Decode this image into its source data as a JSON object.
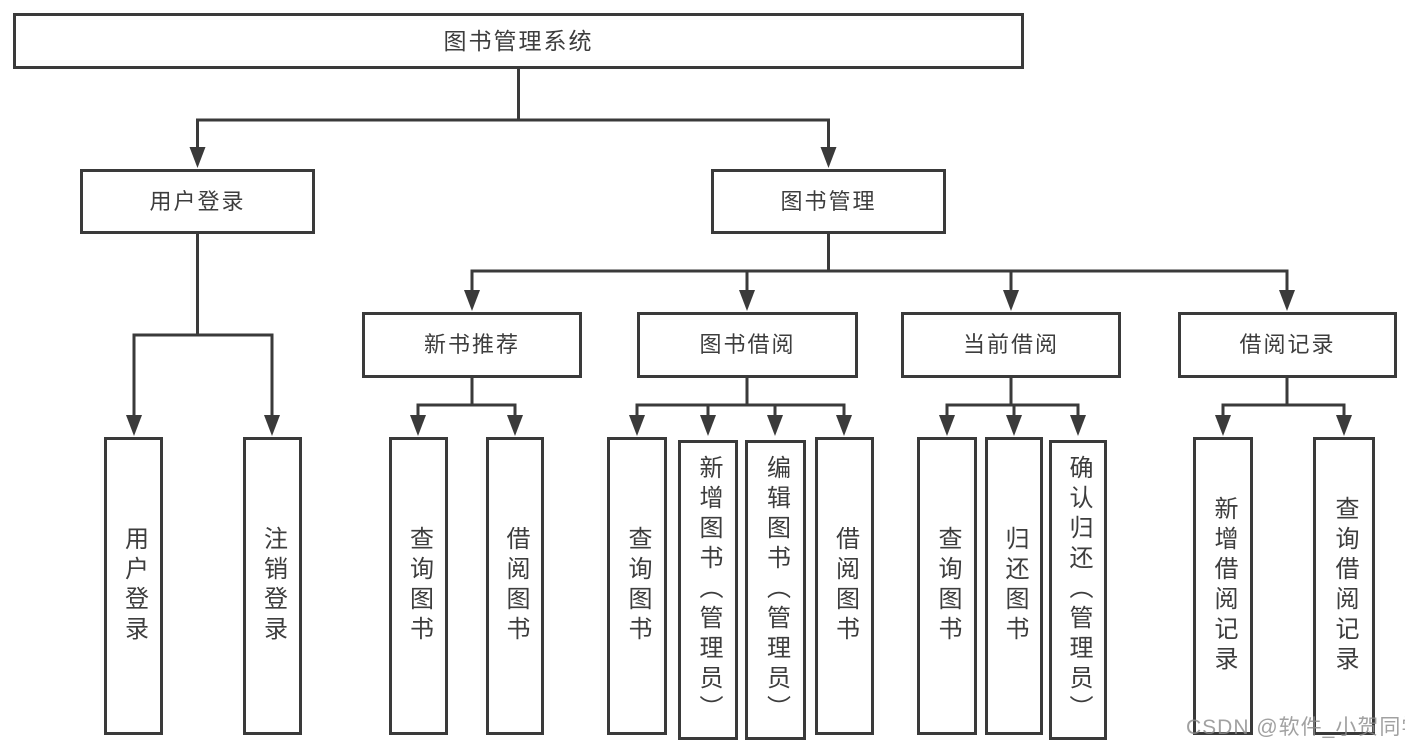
{
  "nodes": {
    "root": {
      "label": "图书管理系统"
    },
    "user_login": {
      "label": "用户登录"
    },
    "book_mgmt": {
      "label": "图书管理"
    },
    "new_book_rec": {
      "label": "新书推荐"
    },
    "book_borrow": {
      "label": "图书借阅"
    },
    "current_borrow": {
      "label": "当前借阅"
    },
    "borrow_records": {
      "label": "借阅记录"
    },
    "ul_login": {
      "label": "用户登录"
    },
    "ul_logout": {
      "label": "注销登录"
    },
    "nb_query": {
      "label": "查询图书"
    },
    "nb_borrow": {
      "label": "借阅图书"
    },
    "bb_query": {
      "label": "查询图书"
    },
    "bb_add": {
      "label": "新增图书（管理员）"
    },
    "bb_edit": {
      "label": "编辑图书（管理员）"
    },
    "bb_borrow": {
      "label": "借阅图书"
    },
    "cb_query": {
      "label": "查询图书"
    },
    "cb_return": {
      "label": "归还图书"
    },
    "cb_confirm": {
      "label": "确认归还（管理员）"
    },
    "br_add": {
      "label": "新增借阅记录"
    },
    "br_query": {
      "label": "查询借阅记录"
    }
  },
  "hierarchy": {
    "图书管理系统": {
      "用户登录": [
        "用户登录",
        "注销登录"
      ],
      "图书管理": {
        "新书推荐": [
          "查询图书",
          "借阅图书"
        ],
        "图书借阅": [
          "查询图书",
          "新增图书（管理员）",
          "编辑图书（管理员）",
          "借阅图书"
        ],
        "当前借阅": [
          "查询图书",
          "归还图书",
          "确认归还（管理员）"
        ],
        "借阅记录": [
          "新增借阅记录",
          "查询借阅记录"
        ]
      }
    }
  },
  "watermark": {
    "text": "CSDN @软件_小贺同学"
  },
  "colors": {
    "line": "#3a3a3a",
    "text": "#3d3d3d",
    "background": "#ffffff",
    "watermark": "#8c8c8c"
  }
}
